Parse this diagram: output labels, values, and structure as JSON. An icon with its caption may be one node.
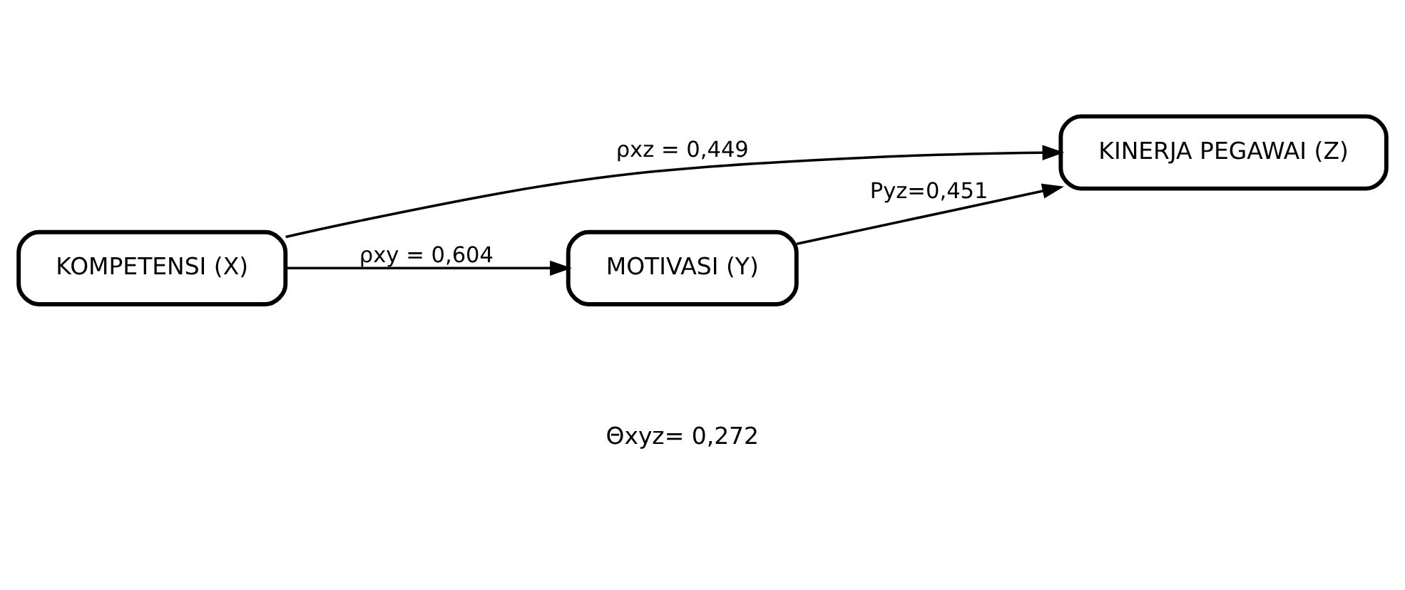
{
  "diagram": {
    "nodes": [
      {
        "text": [
          "KOMPETENSI (X)"
        ]
      },
      {
        "text": [
          "KINERJA PEGAWAI (Z)"
        ]
      },
      {
        "text": [
          "MOTIVASI (Y)"
        ]
      }
    ],
    "edges": [
      {
        "from": 0,
        "to": 1,
        "arrow": "to",
        "label": "ρxz = 0,449"
      },
      {
        "from": 0,
        "to": 2,
        "arrow": "to",
        "label": "ρxy = 0,604"
      },
      {
        "from": 2,
        "to": 1,
        "arrow": "to",
        "label": "Pyz=0,451"
      }
    ],
    "labels": [
      "Θxyz= 0,272"
    ]
  }
}
